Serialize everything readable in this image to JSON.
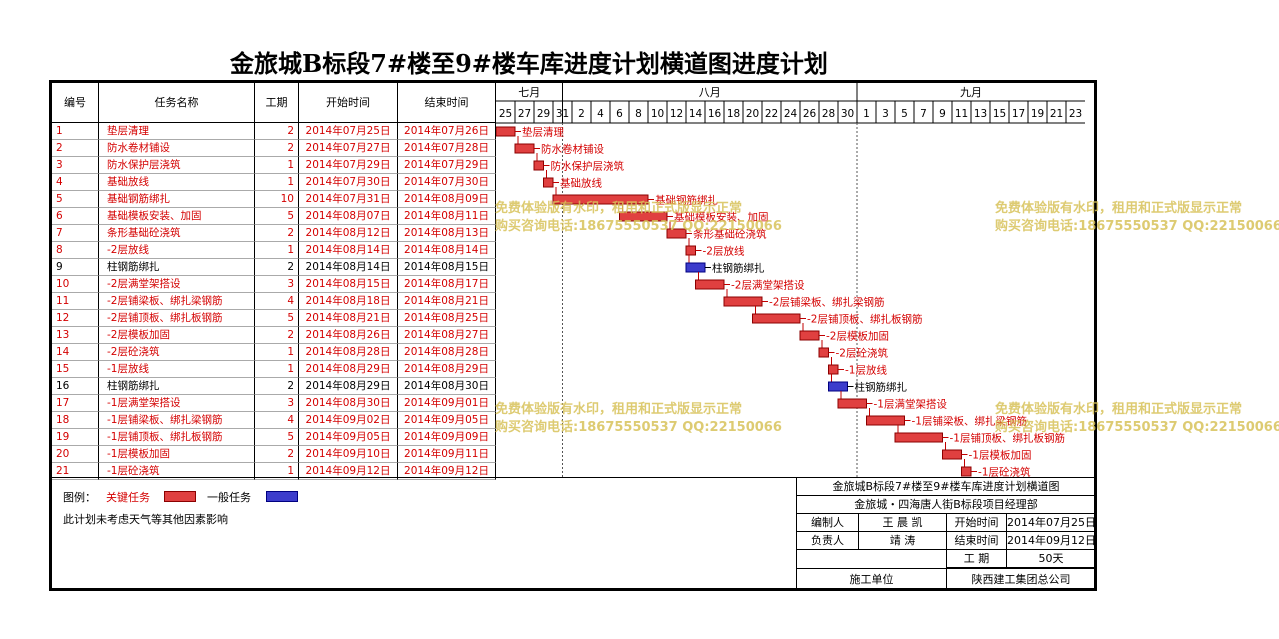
{
  "title": "金旅城B标段7#楼至9#楼车库进度计划横道图进度计划",
  "table": {
    "headers": [
      "编号",
      "任务名称",
      "工期",
      "开始时间",
      "结束时间"
    ],
    "rows": [
      {
        "id": "1",
        "name": "垫层清理",
        "dur": "2",
        "start": "2014年07月25日",
        "end": "2014年07月26日",
        "type": "critical"
      },
      {
        "id": "2",
        "name": "防水卷材铺设",
        "dur": "2",
        "start": "2014年07月27日",
        "end": "2014年07月28日",
        "type": "critical"
      },
      {
        "id": "3",
        "name": "防水保护层浇筑",
        "dur": "1",
        "start": "2014年07月29日",
        "end": "2014年07月29日",
        "type": "critical"
      },
      {
        "id": "4",
        "name": "基础放线",
        "dur": "1",
        "start": "2014年07月30日",
        "end": "2014年07月30日",
        "type": "critical"
      },
      {
        "id": "5",
        "name": "基础钢筋绑扎",
        "dur": "10",
        "start": "2014年07月31日",
        "end": "2014年08月09日",
        "type": "critical"
      },
      {
        "id": "6",
        "name": "基础模板安装、加固",
        "dur": "5",
        "start": "2014年08月07日",
        "end": "2014年08月11日",
        "type": "critical"
      },
      {
        "id": "7",
        "name": "条形基础砼浇筑",
        "dur": "2",
        "start": "2014年08月12日",
        "end": "2014年08月13日",
        "type": "critical"
      },
      {
        "id": "8",
        "name": "-2层放线",
        "dur": "1",
        "start": "2014年08月14日",
        "end": "2014年08月14日",
        "type": "critical"
      },
      {
        "id": "9",
        "name": "柱钢筋绑扎",
        "dur": "2",
        "start": "2014年08月14日",
        "end": "2014年08月15日",
        "type": "normal"
      },
      {
        "id": "10",
        "name": "-2层满堂架搭设",
        "dur": "3",
        "start": "2014年08月15日",
        "end": "2014年08月17日",
        "type": "critical"
      },
      {
        "id": "11",
        "name": "-2层铺梁板、绑扎梁钢筋",
        "dur": "4",
        "start": "2014年08月18日",
        "end": "2014年08月21日",
        "type": "critical"
      },
      {
        "id": "12",
        "name": "-2层铺顶板、绑扎板钢筋",
        "dur": "5",
        "start": "2014年08月21日",
        "end": "2014年08月25日",
        "type": "critical"
      },
      {
        "id": "13",
        "name": "-2层模板加固",
        "dur": "2",
        "start": "2014年08月26日",
        "end": "2014年08月27日",
        "type": "critical"
      },
      {
        "id": "14",
        "name": "-2层砼浇筑",
        "dur": "1",
        "start": "2014年08月28日",
        "end": "2014年08月28日",
        "type": "critical"
      },
      {
        "id": "15",
        "name": "-1层放线",
        "dur": "1",
        "start": "2014年08月29日",
        "end": "2014年08月29日",
        "type": "critical"
      },
      {
        "id": "16",
        "name": "柱钢筋绑扎",
        "dur": "2",
        "start": "2014年08月29日",
        "end": "2014年08月30日",
        "type": "normal"
      },
      {
        "id": "17",
        "name": "-1层满堂架搭设",
        "dur": "3",
        "start": "2014年08月30日",
        "end": "2014年09月01日",
        "type": "critical"
      },
      {
        "id": "18",
        "name": "-1层铺梁板、绑扎梁钢筋",
        "dur": "4",
        "start": "2014年09月02日",
        "end": "2014年09月05日",
        "type": "critical"
      },
      {
        "id": "19",
        "name": "-1层铺顶板、绑扎板钢筋",
        "dur": "5",
        "start": "2014年09月05日",
        "end": "2014年09月09日",
        "type": "critical"
      },
      {
        "id": "20",
        "name": "-1层模板加固",
        "dur": "2",
        "start": "2014年09月10日",
        "end": "2014年09月11日",
        "type": "critical"
      },
      {
        "id": "21",
        "name": "-1层砼浇筑",
        "dur": "1",
        "start": "2014年09月12日",
        "end": "2014年09月12日",
        "type": "critical"
      }
    ]
  },
  "chart_data": {
    "type": "gantt",
    "timeline": {
      "start": "2014-07-25",
      "end": "2014-09-24",
      "months": [
        {
          "label": "七月",
          "first": "2014-07-25",
          "last": "2014-07-31"
        },
        {
          "label": "八月",
          "first": "2014-08-01",
          "last": "2014-08-31"
        },
        {
          "label": "九月",
          "first": "2014-09-01",
          "last": "2014-09-24"
        }
      ],
      "tick_labels": [
        "25",
        "27",
        "29",
        "31",
        "2",
        "4",
        "6",
        "8",
        "10",
        "12",
        "14",
        "16",
        "18",
        "20",
        "22",
        "24",
        "26",
        "28",
        "30",
        "1",
        "3",
        "5",
        "7",
        "9",
        "11",
        "13",
        "15",
        "17",
        "19",
        "21",
        "23"
      ]
    },
    "tasks": [
      {
        "name": "垫层清理",
        "start": "2014-07-25",
        "end": "2014-07-26",
        "type": "critical"
      },
      {
        "name": "防水卷材铺设",
        "start": "2014-07-27",
        "end": "2014-07-28",
        "type": "critical"
      },
      {
        "name": "防水保护层浇筑",
        "start": "2014-07-29",
        "end": "2014-07-29",
        "type": "critical"
      },
      {
        "name": "基础放线",
        "start": "2014-07-30",
        "end": "2014-07-30",
        "type": "critical"
      },
      {
        "name": "基础钢筋绑扎",
        "start": "2014-07-31",
        "end": "2014-08-09",
        "type": "critical"
      },
      {
        "name": "基础模板安装、加固",
        "start": "2014-08-07",
        "end": "2014-08-11",
        "type": "critical"
      },
      {
        "name": "条形基础砼浇筑",
        "start": "2014-08-12",
        "end": "2014-08-13",
        "type": "critical"
      },
      {
        "name": "-2层放线",
        "start": "2014-08-14",
        "end": "2014-08-14",
        "type": "critical"
      },
      {
        "name": "柱钢筋绑扎",
        "start": "2014-08-14",
        "end": "2014-08-15",
        "type": "normal"
      },
      {
        "name": "-2层满堂架搭设",
        "start": "2014-08-15",
        "end": "2014-08-17",
        "type": "critical"
      },
      {
        "name": "-2层铺梁板、绑扎梁钢筋",
        "start": "2014-08-18",
        "end": "2014-08-21",
        "type": "critical"
      },
      {
        "name": "-2层铺顶板、绑扎板钢筋",
        "start": "2014-08-21",
        "end": "2014-08-25",
        "type": "critical"
      },
      {
        "name": "-2层模板加固",
        "start": "2014-08-26",
        "end": "2014-08-27",
        "type": "critical"
      },
      {
        "name": "-2层砼浇筑",
        "start": "2014-08-28",
        "end": "2014-08-28",
        "type": "critical"
      },
      {
        "name": "-1层放线",
        "start": "2014-08-29",
        "end": "2014-08-29",
        "type": "critical"
      },
      {
        "name": "柱钢筋绑扎",
        "start": "2014-08-29",
        "end": "2014-08-30",
        "type": "normal"
      },
      {
        "name": "-1层满堂架搭设",
        "start": "2014-08-30",
        "end": "2014-09-01",
        "type": "critical"
      },
      {
        "name": "-1层铺梁板、绑扎梁钢筋",
        "start": "2014-09-02",
        "end": "2014-09-05",
        "type": "critical"
      },
      {
        "name": "-1层铺顶板、绑扎板钢筋",
        "start": "2014-09-05",
        "end": "2014-09-09",
        "type": "critical"
      },
      {
        "name": "-1层模板加固",
        "start": "2014-09-10",
        "end": "2014-09-11",
        "type": "critical"
      },
      {
        "name": "-1层砼浇筑",
        "start": "2014-09-12",
        "end": "2014-09-12",
        "type": "critical"
      }
    ],
    "colors": {
      "critical": "#e04040",
      "normal": "#3c3ccc",
      "label_critical": "#d40000",
      "label_normal": "#000000"
    }
  },
  "watermark": {
    "line1": "免费体验版有水印，租用和正式版显示正常",
    "line2": "购买咨询电话:18675550537 QQ:22150066"
  },
  "legend": {
    "label": "图例：",
    "critical_label": "关键任务",
    "normal_label": "一般任务",
    "note": "此计划未考虑天气等其他因素影响"
  },
  "info": {
    "project_title": "金旅城B标段7#楼至9#楼车库进度计划横道图",
    "department": "金旅城・四海唐人街B标段项目经理部",
    "editor_label": "编制人",
    "editor": "王  晨  凯",
    "start_label": "开始时间",
    "start": "2014年07月25日",
    "manager_label": "负责人",
    "manager": "靖     涛",
    "end_label": "结束时间",
    "end": "2014年09月12日",
    "duration_label": "工    期",
    "duration": "50天",
    "unit_label": "施工单位",
    "unit": "陕西建工集团总公司"
  }
}
